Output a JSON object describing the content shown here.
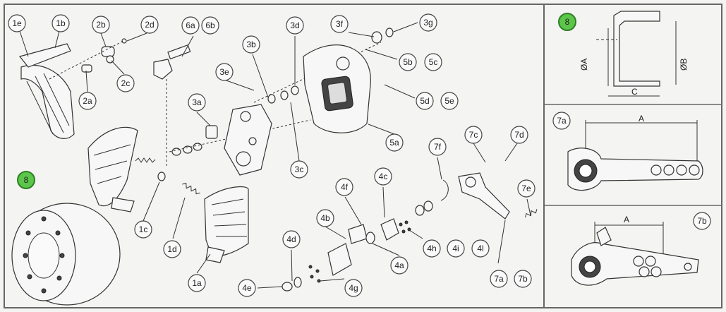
{
  "callouts": {
    "c1e": "1e",
    "c1b": "1b",
    "c2b": "2b",
    "c2d": "2d",
    "c6a": "6a",
    "c6b": "6b",
    "c3d": "3d",
    "c3f": "3f",
    "c3g": "3g",
    "c2c": "2c",
    "c2a": "2a",
    "c3b": "3b",
    "c3e": "3e",
    "c5b": "5b",
    "c5c": "5c",
    "c5d": "5d",
    "c5e": "5e",
    "c3a": "3a",
    "c5a": "5a",
    "c3c": "3c",
    "c7c": "7c",
    "c7d": "7d",
    "c7f": "7f",
    "c8": "8",
    "c4c": "4c",
    "c4f": "4f",
    "c1c": "1c",
    "c4b": "4b",
    "c7e": "7e",
    "c1d": "1d",
    "c4d": "4d",
    "c4a": "4a",
    "c4h": "4h",
    "c4i": "4i",
    "c4l": "4l",
    "c7a": "7a",
    "c7b": "7b",
    "c1a": "1a",
    "c4e": "4e",
    "c4g": "4g",
    "p8": "8",
    "p7a": "7a",
    "p7b": "7b"
  },
  "dims": {
    "oa": "ØA",
    "ob": "ØB",
    "c": "C",
    "a1": "A",
    "a2": "A"
  },
  "colors": {
    "green": "#5cc64a",
    "frame": "#666666"
  }
}
